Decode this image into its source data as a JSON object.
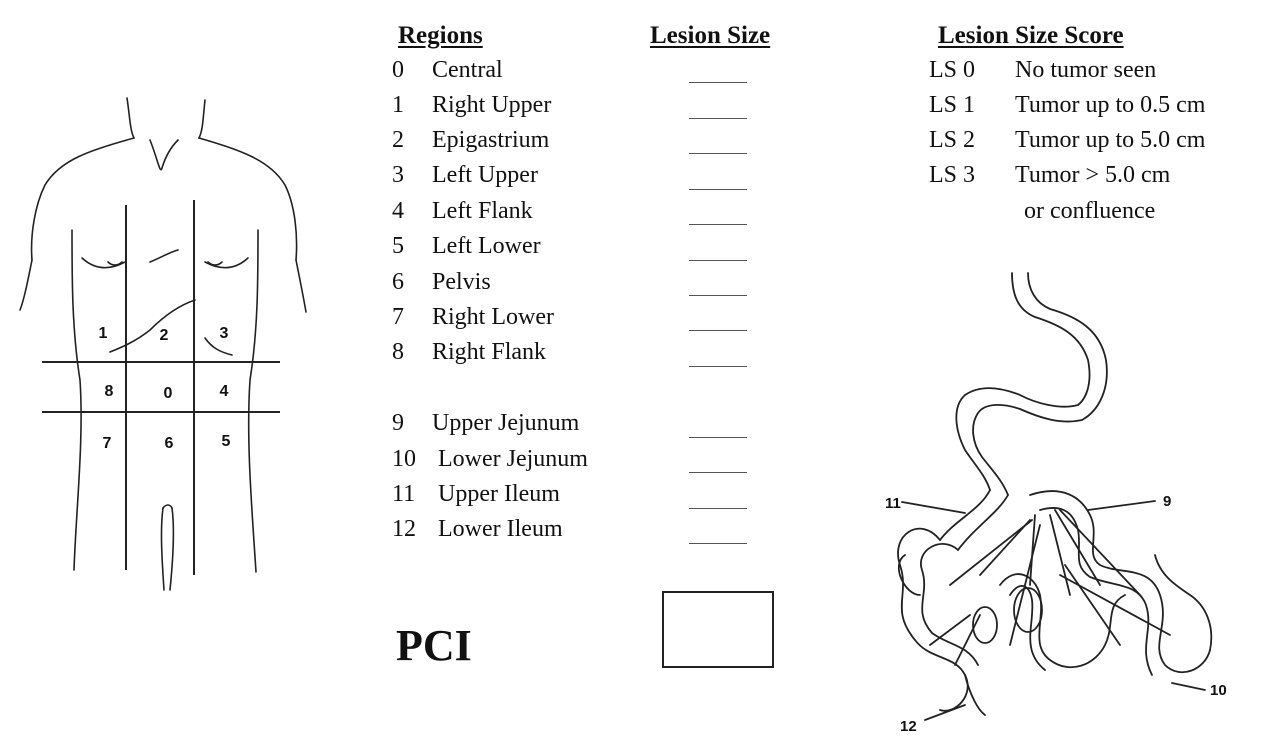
{
  "headers": {
    "regions": "Regions",
    "lesion_size": "Lesion Size",
    "lesion_size_score": "Lesion Size Score"
  },
  "regions": [
    {
      "num": "0",
      "name": "Central"
    },
    {
      "num": "1",
      "name": "Right Upper"
    },
    {
      "num": "2",
      "name": "Epigastrium"
    },
    {
      "num": "3",
      "name": "Left Upper"
    },
    {
      "num": "4",
      "name": "Left Flank"
    },
    {
      "num": "5",
      "name": "Left Lower"
    },
    {
      "num": "6",
      "name": "Pelvis"
    },
    {
      "num": "7",
      "name": "Right Lower"
    },
    {
      "num": "8",
      "name": "Right Flank"
    },
    {
      "num": "9",
      "name": "Upper Jejunum"
    },
    {
      "num": "10",
      "name": "Lower Jejunum"
    },
    {
      "num": "11",
      "name": "Upper Ileum"
    },
    {
      "num": "12",
      "name": "Lower Ileum"
    }
  ],
  "scores": [
    {
      "code": "LS 0",
      "desc": "No tumor seen"
    },
    {
      "code": "LS 1",
      "desc": "Tumor up to 0.5 cm"
    },
    {
      "code": "LS 2",
      "desc": "Tumor up to 5.0 cm"
    },
    {
      "code": "LS 3",
      "desc": "Tumor > 5.0 cm"
    }
  ],
  "score_continuation": "or confluence",
  "pci_label": "PCI",
  "torso_grid_labels": {
    "r1": "1",
    "r2": "2",
    "r3": "3",
    "r8": "8",
    "r0": "0",
    "r4": "4",
    "r7": "7",
    "r6": "6",
    "r5": "5"
  },
  "bowel_labels": {
    "b9": "9",
    "b10": "10",
    "b11": "11",
    "b12": "12"
  }
}
